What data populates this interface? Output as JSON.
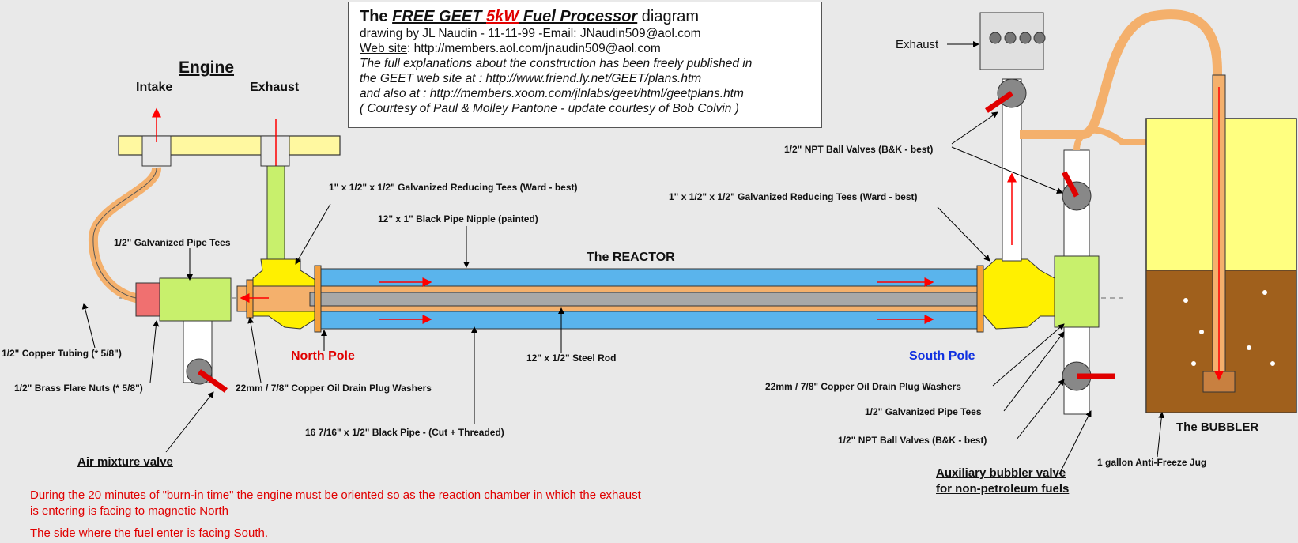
{
  "colors": {
    "background": "#e9e9e9",
    "reactor_blue": "#5ab4ec",
    "pipe_tan": "#f4b06c",
    "tee_green": "#c8f06c",
    "fitting_yellow": "#fff000",
    "rod_gray": "#a8a8a8",
    "arrow_red": "#ff0000",
    "bubbler_yellow": "#ffff80",
    "liquid_brown": "#a0601c",
    "flare_nut_pink": "#f07070"
  },
  "title_box": {
    "title_prefix": "The ",
    "title_free_geet": "FREE GEET ",
    "title_5kw": "5kW",
    "title_fuel_processor": " Fuel Processor",
    "title_suffix": " diagram",
    "byline": "drawing by JL Naudin - 11-11-99 -Email: JNaudin509@aol.com",
    "website_label": "Web site",
    "website_value": ": http://members.aol.com/jnaudin509@aol.com",
    "note_1": "The full explanations about the construction has been freely published in",
    "note_2": "the GEET web site at : http://www.friend.ly.net/GEET/plans.htm",
    "note_3": "and also at : http://members.xoom.com/jlnlabs/geet/html/geetplans.htm",
    "note_4": "( Courtesy of Paul & Molley Pantone - update courtesy of Bob Colvin )"
  },
  "engine": {
    "title": "Engine",
    "intake": "Intake",
    "exhaust": "Exhaust"
  },
  "labels": {
    "exhaust_top_right": "Exhaust",
    "reducing_tees_left": "1\" x 1/2\" x 1/2\" Galvanized Reducing Tees (Ward - best)",
    "black_pipe_nipple": "12\" x 1\" Black Pipe Nipple (painted)",
    "galv_pipe_tees_left": "1/2\" Galvanized Pipe Tees",
    "reactor": "The REACTOR",
    "npt_ball_valves_top": "1/2\" NPT Ball Valves (B&K - best)",
    "reducing_tees_right": "1\" x 1/2\" x 1/2\" Galvanized Reducing Tees (Ward - best)",
    "copper_tubing": "1/2\" Copper Tubing (* 5/8\")",
    "brass_flare_nuts": "1/2\" Brass Flare Nuts (* 5/8\")",
    "north_pole": "North Pole",
    "steel_rod": "12\" x 1/2\" Steel Rod",
    "south_pole": "South Pole",
    "washers_left": "22mm / 7/8\" Copper Oil Drain Plug Washers",
    "washers_right": "22mm  / 7/8\" Copper Oil Drain Plug Washers",
    "galv_pipe_tees_right": "1/2\" Galvanized Pipe Tees",
    "npt_ball_valves_bottom": "1/2\" NPT Ball Valves (B&K - best)",
    "black_pipe": "16 7/16\" x 1/2\" Black Pipe - (Cut + Threaded)",
    "the_bubbler": "The BUBBLER",
    "anti_freeze_jug": "1 gallon Anti-Freeze Jug",
    "air_mixture_valve": "Air mixture valve",
    "aux_bubbler_1": "Auxiliary bubbler valve",
    "aux_bubbler_2": "for non-petroleum fuels"
  },
  "notes": {
    "burn_in_1": "During the 20 minutes of \"burn-in time\" the engine must be oriented so as the reaction chamber in which the exhaust",
    "burn_in_2": " is entering is facing to magnetic North",
    "fuel_side": "The side where the fuel enter is facing South."
  }
}
